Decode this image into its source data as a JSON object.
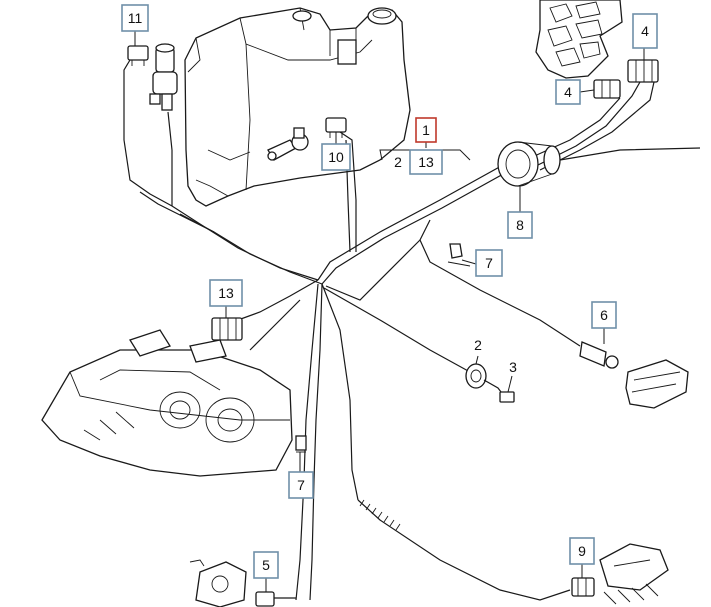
{
  "diagram": {
    "callouts": [
      {
        "id": "c11",
        "label": "11"
      },
      {
        "id": "c10",
        "label": "10"
      },
      {
        "id": "c1",
        "label": "1"
      },
      {
        "id": "c2a",
        "label": "2"
      },
      {
        "id": "c13a",
        "label": "13"
      },
      {
        "id": "c4a",
        "label": "4"
      },
      {
        "id": "c4b",
        "label": "4"
      },
      {
        "id": "c8",
        "label": "8"
      },
      {
        "id": "c7a",
        "label": "7"
      },
      {
        "id": "c13b",
        "label": "13"
      },
      {
        "id": "c6",
        "label": "6"
      },
      {
        "id": "c2b",
        "label": "2"
      },
      {
        "id": "c3",
        "label": "3"
      },
      {
        "id": "c7b",
        "label": "7"
      },
      {
        "id": "c5",
        "label": "5"
      },
      {
        "id": "c9",
        "label": "9"
      }
    ],
    "colors": {
      "callout_border": "#6f8fa8",
      "highlight_border": "#c0392b",
      "line": "#1a1a1a"
    }
  }
}
